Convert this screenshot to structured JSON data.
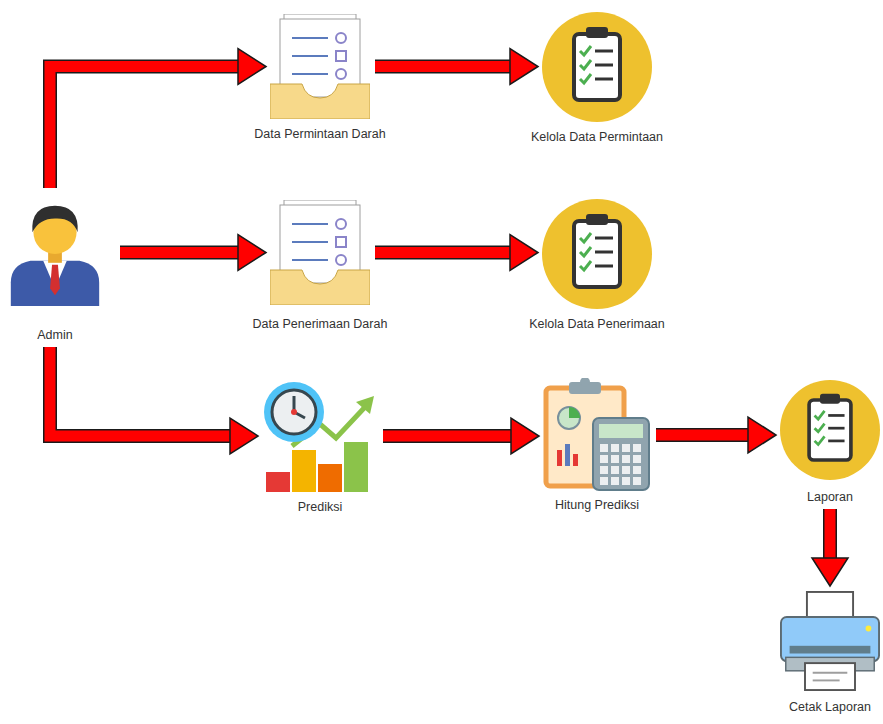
{
  "diagram": {
    "nodes": [
      {
        "text": [
          "Admin"
        ]
      },
      {
        "text": [
          "Data Permintaan Darah"
        ]
      },
      {
        "text": [
          "Kelola Data Permintaan"
        ]
      },
      {
        "text": [
          "Data Penerimaan Darah"
        ]
      },
      {
        "text": [
          "Kelola Data Penerimaan"
        ]
      },
      {
        "text": [
          "Prediksi"
        ]
      },
      {
        "text": [
          "Hitung Prediksi"
        ]
      },
      {
        "text": [
          "Laporan"
        ]
      },
      {
        "text": [
          "Cetak Laporan"
        ]
      }
    ],
    "edges": [
      {
        "from": 0,
        "to": 1,
        "arrow": "to"
      },
      {
        "from": 1,
        "to": 2,
        "arrow": "to"
      },
      {
        "from": 0,
        "to": 3,
        "arrow": "to"
      },
      {
        "from": 3,
        "to": 4,
        "arrow": "to"
      },
      {
        "from": 0,
        "to": 5,
        "arrow": "to"
      },
      {
        "from": 5,
        "to": 6,
        "arrow": "to"
      },
      {
        "from": 6,
        "to": 7,
        "arrow": "to"
      },
      {
        "from": 7,
        "to": 8,
        "arrow": "to"
      }
    ]
  }
}
